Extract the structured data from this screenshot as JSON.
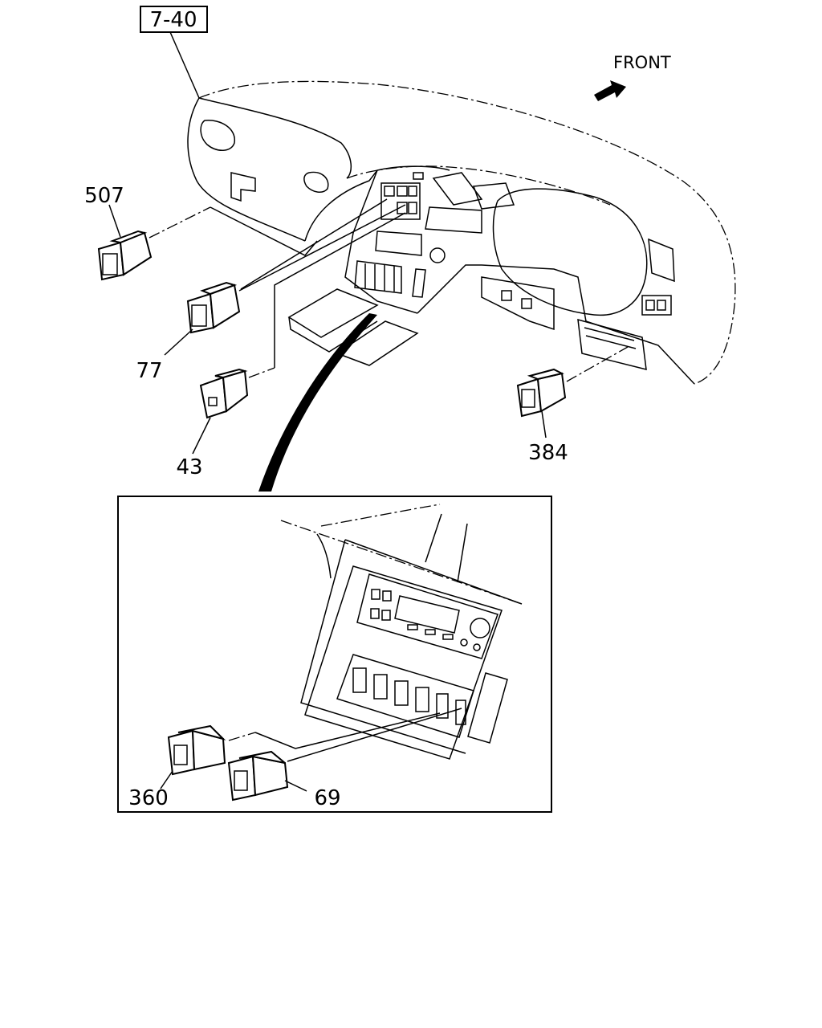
{
  "diagram": {
    "reference_box": "7-40",
    "direction_label": "FRONT",
    "parts": [
      {
        "id": "507"
      },
      {
        "id": "77"
      },
      {
        "id": "43"
      },
      {
        "id": "384"
      },
      {
        "id": "360"
      },
      {
        "id": "69"
      }
    ]
  }
}
